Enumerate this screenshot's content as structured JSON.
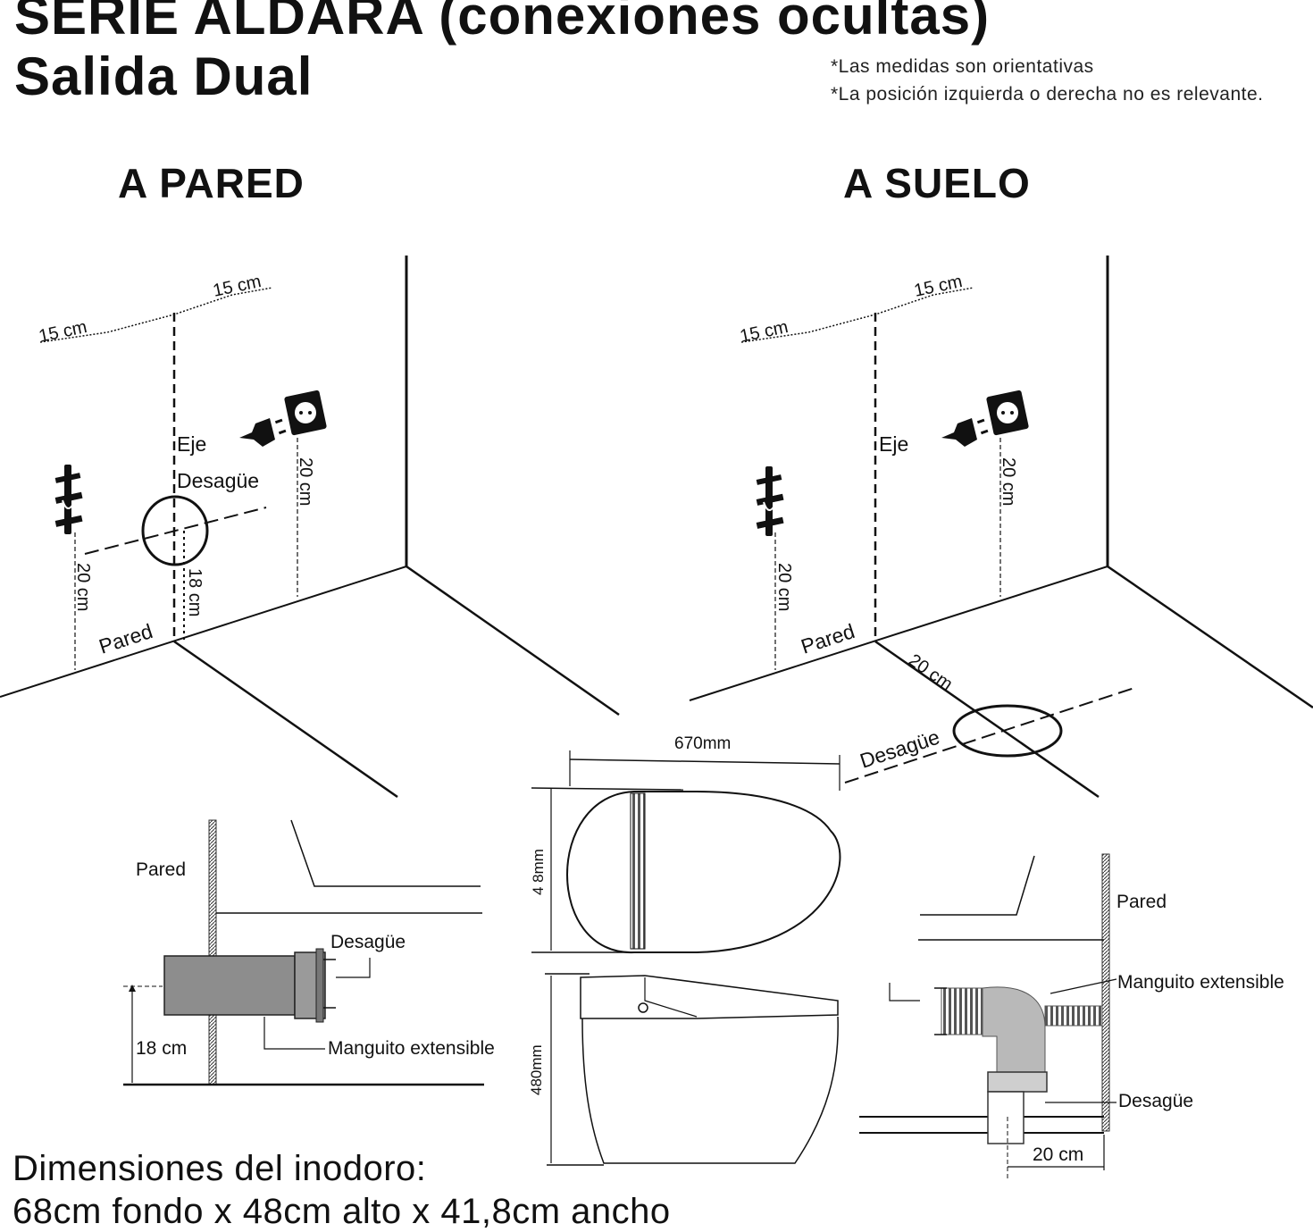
{
  "header": {
    "title_line1": "SERIE ALDARA (conexiones ocultas)",
    "title_line2": "Salida Dual",
    "note1": "*Las medidas son orientativas",
    "note2": "*La posición izquierda o derecha no es relevante."
  },
  "sections": {
    "wall": "A PARED",
    "floor": "A SUELO"
  },
  "labels": {
    "cm15": "15 cm",
    "cm20": "20 cm",
    "cm18": "18 cm",
    "eje": "Eje",
    "desague": "Desagüe",
    "pared": "Pared",
    "manguito": "Manguito extensible",
    "mm670": "670mm",
    "mm48": "4 8mm",
    "mm480": "480mm"
  },
  "footer": {
    "line1": "Dimensiones del inodoro:",
    "line2": "68cm fondo x 48cm alto x 41,8cm ancho"
  }
}
